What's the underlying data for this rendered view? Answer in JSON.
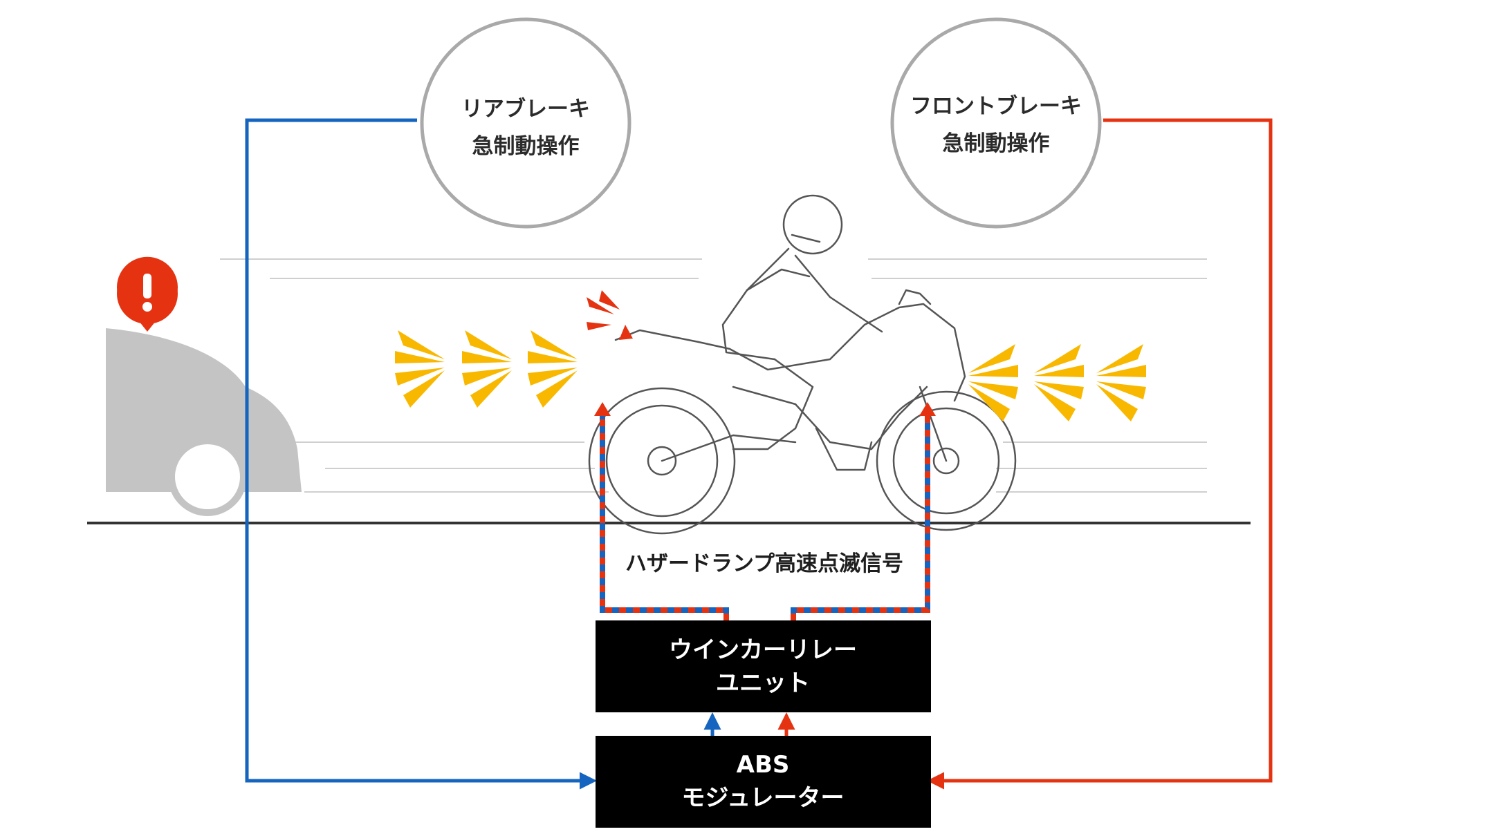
{
  "nodes": {
    "rear_brake": {
      "line1": "リアブレーキ",
      "line2": "急制動操作"
    },
    "front_brake": {
      "line1": "フロントブレーキ",
      "line2": "急制動操作"
    },
    "winker_relay": {
      "line1": "ウインカーリレー",
      "line2": "ユニット"
    },
    "abs_modulator": {
      "line1": "ABS",
      "line2": "モジュレーター"
    }
  },
  "signal_label": "ハザードランプ高速点滅信号",
  "colors": {
    "rear_line": "#1565c0",
    "front_line": "#e53312",
    "hazard_light": "#f9b800",
    "warning_pin": "#e53312",
    "box_fill": "#000000",
    "circle_stroke": "#a9a9a9",
    "car_fill": "#c4c4c4"
  },
  "icons": {
    "warning": "exclamation-pin-icon",
    "light_rays": "hazard-light-rays-icon",
    "motorcycle": "sport-motorcycle-rider-illustration",
    "car": "car-rear-silhouette"
  }
}
